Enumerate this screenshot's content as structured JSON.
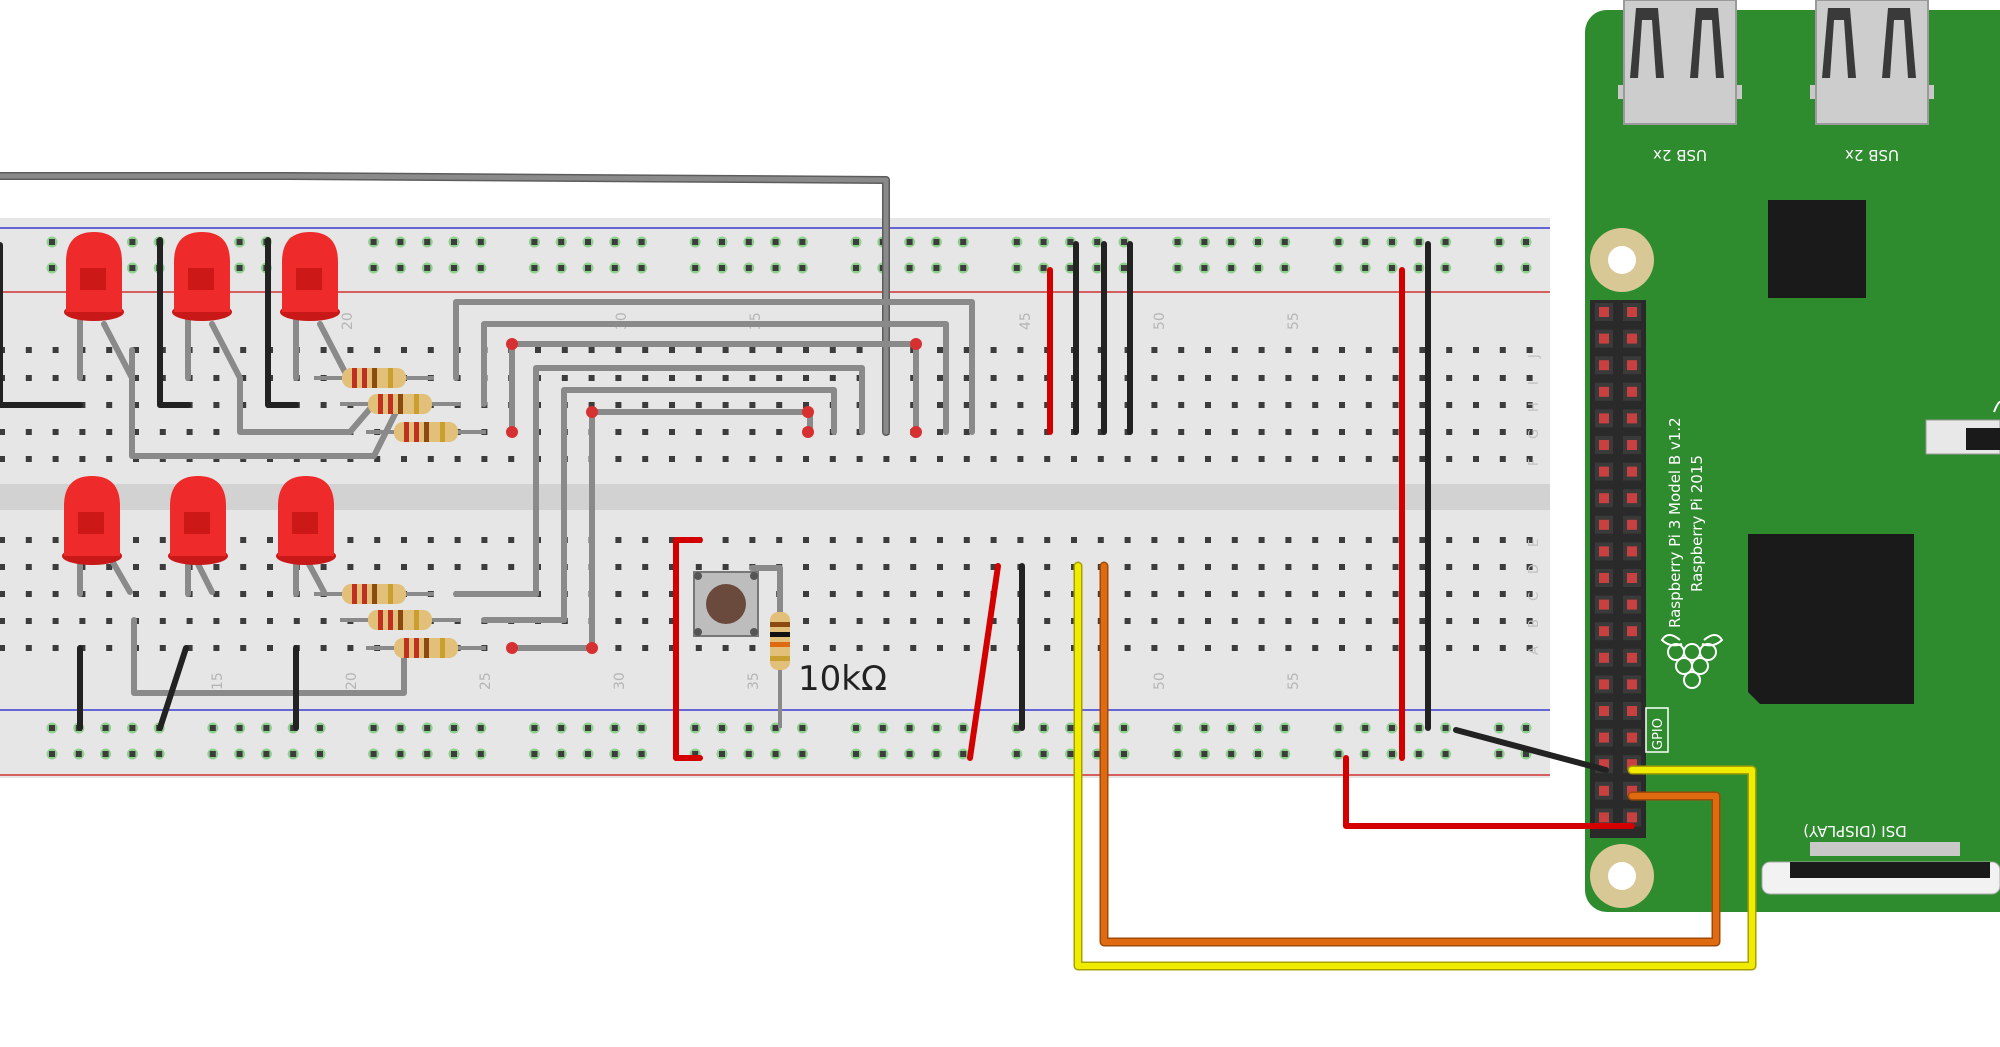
{
  "breadboard": {
    "column_numbers_top": [
      "20",
      "30",
      "35",
      "45",
      "50",
      "55"
    ],
    "column_numbers_bottom": [
      "15",
      "20",
      "25",
      "30",
      "35",
      "50",
      "55"
    ],
    "row_letters_top": [
      "J",
      "I",
      "H",
      "G",
      "F"
    ],
    "row_letters_bottom": [
      "E",
      "D",
      "C",
      "B",
      "A"
    ]
  },
  "resistor_label": "10kΩ",
  "raspberry_pi": {
    "model_line": "Raspberry Pi 3 Model B v1.2",
    "copyright_line": "Raspberry Pi 2015",
    "usb_label_1": "USB 2x",
    "usb_label_2": "USB 2x",
    "gpio_label": "GPIO",
    "dsi_label": "DSI (DISPLAY)"
  },
  "colors": {
    "board_green": "#2e8b2e",
    "breadboard": "#e6e6e6",
    "wire_gray": "#8a8a8a",
    "wire_black": "#222222",
    "wire_red": "#d40000",
    "wire_yellow": "#f0ec00",
    "wire_orange": "#e06a10",
    "led_red": "#ee2a2a"
  }
}
